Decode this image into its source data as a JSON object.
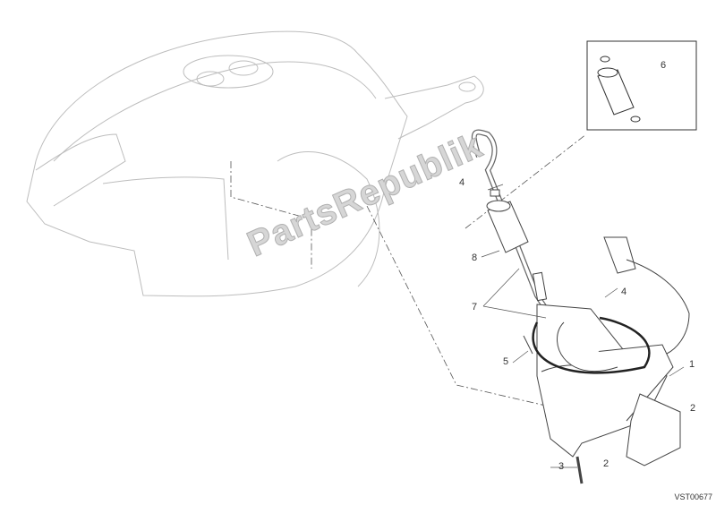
{
  "watermark": "PartsRepublik",
  "drawing_code": "VST00677",
  "callouts": {
    "c6": "6",
    "c4a": "4",
    "c8": "8",
    "c7": "7",
    "c4b": "4",
    "c5": "5",
    "c1": "1",
    "c2a": "2",
    "c2b": "2",
    "c3": "3"
  }
}
